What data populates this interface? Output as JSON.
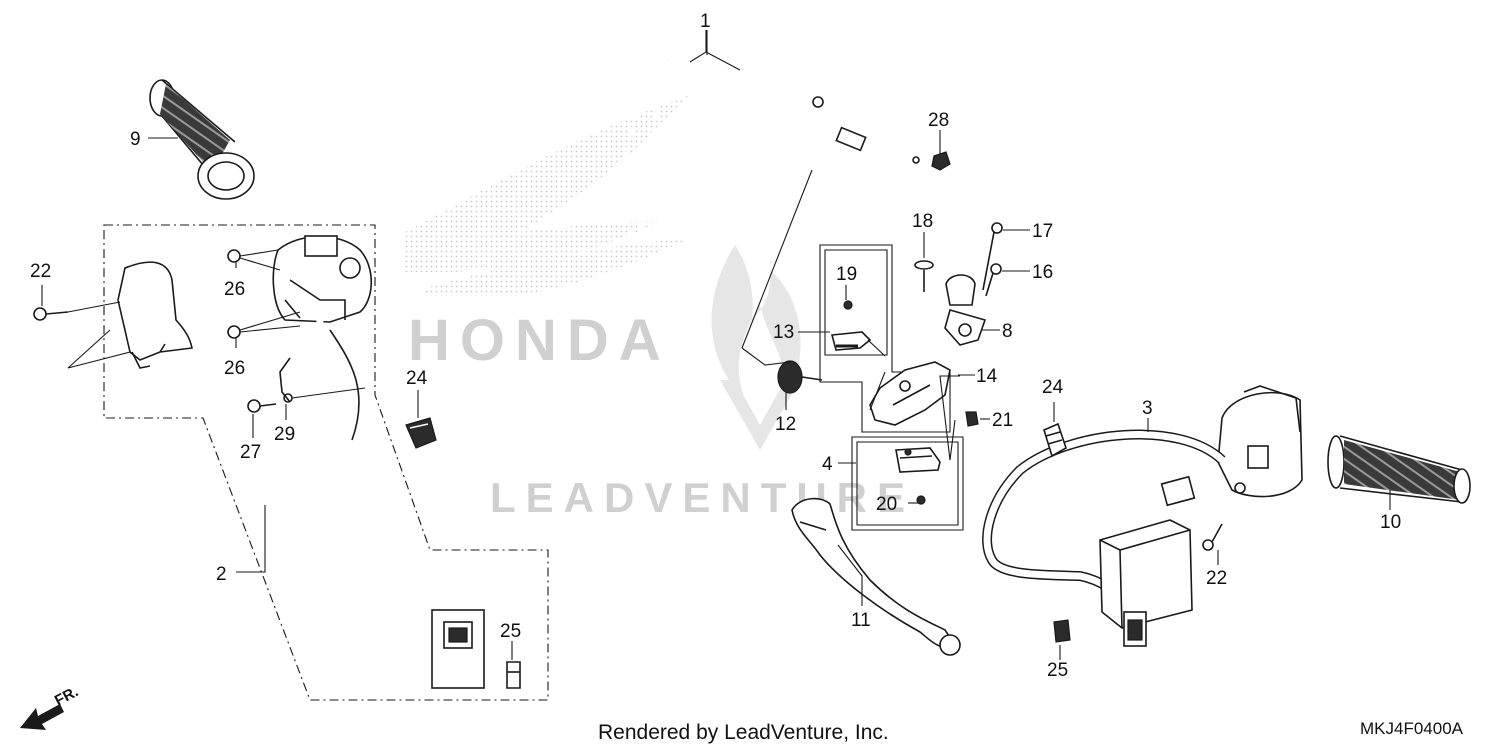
{
  "diagram": {
    "drawing_code": "MKJ4F0400A",
    "footer_credit": "Rendered by LeadVenture, Inc.",
    "front_marker": "FR.",
    "watermark_brand": "HONDA",
    "watermark_text": "LEADVENTURE",
    "callouts": {
      "p1": "1",
      "p2": "2",
      "p3": "3",
      "p4": "4",
      "p8": "8",
      "p9": "9",
      "p10": "10",
      "p11": "11",
      "p12": "12",
      "p13": "13",
      "p14": "14",
      "p16": "16",
      "p17": "17",
      "p18": "18",
      "p19": "19",
      "p20": "20",
      "p21": "21",
      "p22_left": "22",
      "p22_right": "22",
      "p24_left": "24",
      "p24_right": "24",
      "p25_left": "25",
      "p25_right": "25",
      "p26_top": "26",
      "p26_bottom": "26",
      "p27": "27",
      "p28": "28",
      "p29": "29"
    }
  }
}
